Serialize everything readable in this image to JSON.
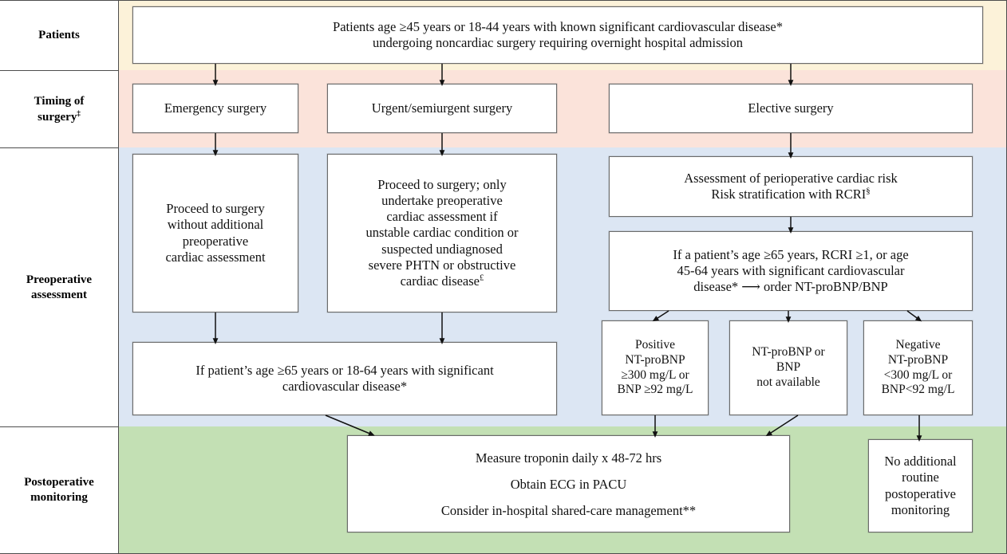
{
  "figure": {
    "type": "clinical-algorithm-flowchart",
    "title": "Perioperative cardiac risk assessment and monitoring algorithm"
  },
  "colors": {
    "band_patients": "#fcf2d9",
    "band_timing": "#fbe3da",
    "band_preoperative": "#dce6f3",
    "band_postoperative": "#c3e0b4",
    "node_fill": "#ffffff",
    "node_border": "#6b6b6b",
    "grid_border": "#4d4d4d",
    "text": "#111111"
  },
  "rows": [
    {
      "id": "patients",
      "label": "Patients",
      "sup": ""
    },
    {
      "id": "timing",
      "label_line1": "Timing of",
      "label_line2": "surgery",
      "sup": "‡"
    },
    {
      "id": "preoperative",
      "label_line1": "Preoperative",
      "label_line2": "assessment",
      "sup": ""
    },
    {
      "id": "postoperative",
      "label_line1": "Postoperative",
      "label_line2": "monitoring",
      "sup": ""
    }
  ],
  "nodes": {
    "patients_box": {
      "line1": "Patients age ≥45 years or 18-44 years with known significant cardiovascular disease*",
      "line2": "undergoing noncardiac surgery requiring overnight hospital admission"
    },
    "emergency_surgery": {
      "line1": "Emergency surgery"
    },
    "urgent_surgery": {
      "line1": "Urgent/semiurgent surgery"
    },
    "elective_surgery": {
      "line1": "Elective surgery"
    },
    "emergency_proceed": {
      "line1": "Proceed to surgery",
      "line2": "without additional",
      "line3": "preoperative",
      "line4": "cardiac assessment"
    },
    "urgent_proceed": {
      "line1": "Proceed to surgery; only",
      "line2": "undertake preoperative",
      "line3": "cardiac assessment if",
      "line4": "unstable cardiac condition or",
      "line5": "suspected undiagnosed",
      "line6": "severe PHTN or obstructive",
      "line7": "cardiac disease",
      "line7_sup": "£"
    },
    "risk_assessment": {
      "line1": "Assessment of perioperative cardiac risk",
      "line2": "Risk stratification with RCRI",
      "line2_sup": "§"
    },
    "order_bnp": {
      "line1": "If a patient’s age ≥65 years, RCRI ≥1, or age",
      "line2": "45-64 years with significant cardiovascular",
      "line3": "disease* ⟶ order NT-proBNP/BNP"
    },
    "age_criteria_left": {
      "line1": "If patient’s age ≥65 years or 18-64 years with significant",
      "line2": "cardiovascular disease*"
    },
    "positive_bnp": {
      "line1": "Positive",
      "line2": "NT-proBNP",
      "line3": "≥300 mg/L or",
      "line4": "BNP ≥92 mg/L"
    },
    "not_available_bnp": {
      "line1": "NT-proBNP or",
      "line2": "BNP",
      "line3": "not available"
    },
    "negative_bnp": {
      "line1": "Negative",
      "line2": "NT-proBNP",
      "line3": "<300 mg/L or",
      "line4": "BNP<92 mg/L"
    },
    "postop_monitoring": {
      "line1": "Measure troponin daily x 48-72 hrs",
      "line2": "Obtain ECG in PACU",
      "line3": "Consider in-hospital shared-care management**"
    },
    "no_monitoring": {
      "line1": "No additional",
      "line2": "routine",
      "line3": "postoperative",
      "line4": "monitoring"
    }
  },
  "footnote_markers": {
    "asterisk": "*",
    "double_dagger": "‡",
    "pound": "£",
    "section": "§",
    "double_asterisk": "**"
  },
  "edges": [
    {
      "from": "patients_box",
      "to": "emergency_surgery",
      "style": "straight-down"
    },
    {
      "from": "patients_box",
      "to": "urgent_surgery",
      "style": "straight-down"
    },
    {
      "from": "patients_box",
      "to": "elective_surgery",
      "style": "straight-down"
    },
    {
      "from": "emergency_surgery",
      "to": "emergency_proceed",
      "style": "straight-down"
    },
    {
      "from": "urgent_surgery",
      "to": "urgent_proceed",
      "style": "straight-down"
    },
    {
      "from": "elective_surgery",
      "to": "risk_assessment",
      "style": "straight-down"
    },
    {
      "from": "risk_assessment",
      "to": "order_bnp",
      "style": "straight-down"
    },
    {
      "from": "emergency_proceed",
      "to": "age_criteria_left",
      "style": "straight-down"
    },
    {
      "from": "urgent_proceed",
      "to": "age_criteria_left",
      "style": "straight-down"
    },
    {
      "from": "order_bnp",
      "to": "positive_bnp",
      "style": "diagonal"
    },
    {
      "from": "order_bnp",
      "to": "not_available_bnp",
      "style": "straight-down"
    },
    {
      "from": "order_bnp",
      "to": "negative_bnp",
      "style": "diagonal"
    },
    {
      "from": "age_criteria_left",
      "to": "postop_monitoring",
      "style": "diagonal"
    },
    {
      "from": "positive_bnp",
      "to": "postop_monitoring",
      "style": "straight-down"
    },
    {
      "from": "not_available_bnp",
      "to": "postop_monitoring",
      "style": "diagonal"
    },
    {
      "from": "negative_bnp",
      "to": "no_monitoring",
      "style": "straight-down"
    }
  ]
}
